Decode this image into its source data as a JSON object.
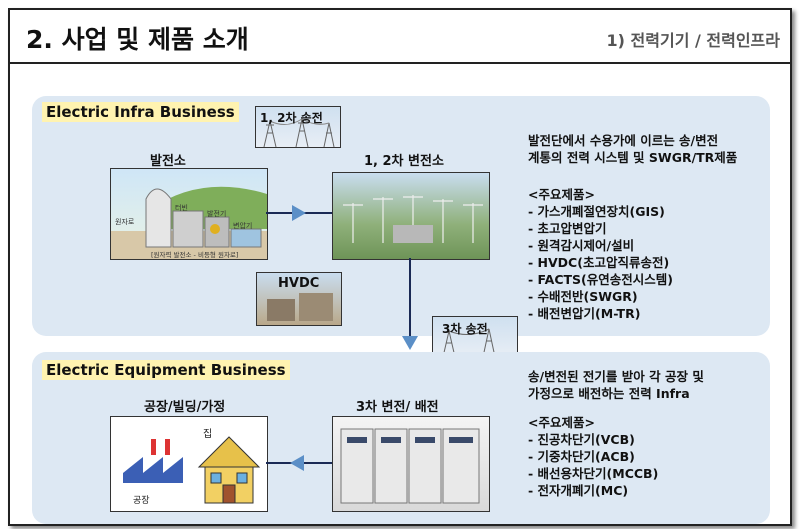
{
  "header": {
    "title": "2. 사업 및 제품 소개",
    "subtitle": "1) 전력기기 / 전력인프라"
  },
  "infra": {
    "business": "Electric Infra Business",
    "power_plant": "발전소",
    "transmission_12": "1, 2차 송전",
    "substation_12": "1, 2차 변전소",
    "hvdc": "HVDC",
    "transmission_3": "3차 송전",
    "description": [
      "발전단에서 수용가에 이르는 송/변전",
      "계통의 전력 시스템 및 SWGR/TR제품"
    ],
    "products_title": "<주요제품>",
    "products": [
      "- 가스개폐절연장치(GIS)",
      "- 초고압변압기",
      "- 원격감시제어/설비",
      "- HVDC(초고압직류송전)",
      "- FACTS(유연송전시스템)",
      "- 수배전반(SWGR)",
      "- 배전변압기(M-TR)"
    ],
    "plant_tags": [
      "원자로",
      "터빈",
      "발전기",
      "변압기"
    ],
    "plant_caption": "[원자력 발전소 - 비등형 원자로]"
  },
  "equipment": {
    "business": "Electric Equipment Business",
    "consumer": "공장/빌딩/가정",
    "substation_3": "3차 변전/ 배전",
    "description": [
      "송/변전된 전기를 받아 각 공장 및",
      "가정으로 배전하는 전력 Infra"
    ],
    "products_title": "<주요제품>",
    "products": [
      "- 진공차단기(VCB)",
      "- 기중차단기(ACB)",
      "- 배선용차단기(MCCB)",
      "- 전자개폐기(MC)"
    ],
    "factory_label": "공장",
    "house_label": "집"
  },
  "colors": {
    "panel": "#dde8f3",
    "accent": "#1a2a55",
    "arrow": "#5b8fc7",
    "highlight": "#fff3b0"
  }
}
